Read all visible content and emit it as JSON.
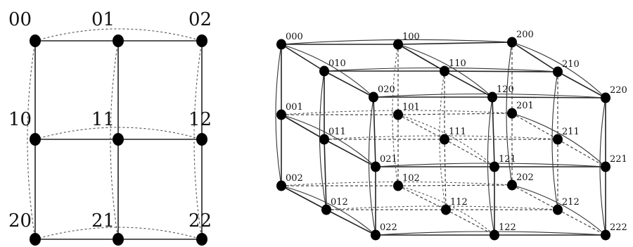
{
  "torus2d": {
    "labels": [
      "00",
      "01",
      "02",
      "10",
      "11",
      "12",
      "20",
      "21",
      "22"
    ]
  },
  "torus3d": {
    "labels": [
      "000",
      "100",
      "200",
      "010",
      "110",
      "210",
      "020",
      "120",
      "220",
      "001",
      "101",
      "201",
      "011",
      "111",
      "211",
      "021",
      "121",
      "221",
      "002",
      "102",
      "202",
      "012",
      "112",
      "212",
      "022",
      "122",
      "222"
    ]
  },
  "colors": {
    "node": "#000000",
    "edge": "#222222",
    "background": "#ffffff"
  }
}
